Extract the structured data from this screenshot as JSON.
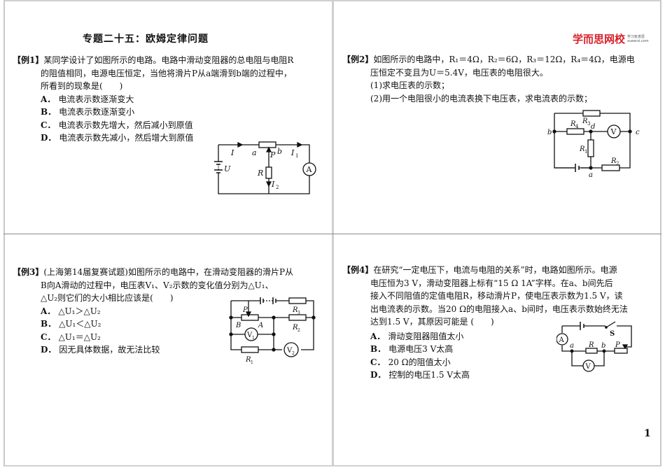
{
  "document": {
    "title": "专题二十五：欧姆定律问题",
    "page_number": "1",
    "logo": {
      "name": "学而思网校",
      "tagline": "学习有意思",
      "domain": "xueersi.com",
      "color": "#d8202a"
    }
  },
  "q1": {
    "tag": "【例1】",
    "lines": [
      "某同学设计了如图所示的电路。电路中滑动变阻器的总电阻与电阻R",
      "的阻值相同，电源电压恒定，当他将滑片P从a端滑到b端的过程中，",
      "所看到的现象是(　　)"
    ],
    "options": [
      {
        "label": "A．",
        "text": "电流表示数逐渐变大"
      },
      {
        "label": "B．",
        "text": "电流表示数逐渐变小"
      },
      {
        "label": "C．",
        "text": "电流表示数先增大，然后减小到原值"
      },
      {
        "label": "D．",
        "text": "电流表示数先减小，然后增大到原值"
      }
    ],
    "figure": {
      "labels": {
        "I": "I",
        "a": "a",
        "P": "P",
        "b": "b",
        "I1": "I",
        "I1_sub": "1",
        "U": "U",
        "R": "R",
        "I2": "I",
        "I2_sub": "2",
        "ammeter": "A"
      }
    }
  },
  "q2": {
    "tag": "【例2】",
    "lines": [
      "如图所示的电路中，R₁＝4Ω，R₂＝6Ω，R₃＝12Ω，R₄＝4Ω，电源电",
      "压恒定不变且为U＝5.4V，电压表的电阻很大。",
      "(1)求电压表的示数；",
      "(2)用一个电阻很小的电流表换下电压表，求电流表的示数；"
    ],
    "figure": {
      "labels": {
        "b": "b",
        "c": "c",
        "d": "d",
        "a": "a",
        "R1": "R",
        "R2": "R",
        "R3": "R",
        "R4": "R",
        "s1": "1",
        "s2": "2",
        "s3": "3",
        "s4": "4",
        "voltmeter": "V"
      }
    }
  },
  "q3": {
    "tag": "【例3】",
    "lines": [
      "(上海第14届复赛试题)如图所示的电路中，在滑动变阻器的滑片P从",
      "B向A滑动的过程中，电压表V₁、V₂示数的变化值分别为△U₁、",
      "△U₂则它们的大小相比应该是(　　)"
    ],
    "options": [
      {
        "label": "A．",
        "text": "△U₁＞△U₂"
      },
      {
        "label": "B．",
        "text": "△U₁＜△U₂"
      },
      {
        "label": "C．",
        "text": "△U₁＝△U₂"
      },
      {
        "label": "D．",
        "text": "因无具体数据，故无法比较"
      }
    ],
    "figure": {
      "labels": {
        "P": "P",
        "B": "B",
        "A": "A",
        "R1": "R",
        "R2": "R",
        "R3": "R",
        "s1": "1",
        "s2": "2",
        "s3": "3",
        "V1": "V",
        "V2": "V"
      }
    }
  },
  "q4": {
    "tag": "【例4】",
    "lines": [
      "在研究“一定电压下，电流与电阻的关系”时，电路如图所示。电源",
      "电压恒为3 V，滑动变阻器上标有“15 Ω  1A”字样。在a、b间先后",
      "接入不同阻值的定值电阻R，移动滑片P，使电压表示数为1.5 V，读",
      "出电流表的示数。当20 Ω的电阻接入a、b间时，电压表示数始终无法",
      "达到1.5 V，其原因可能是 (　　)"
    ],
    "options": [
      {
        "label": "A．",
        "text": "滑动变阻器阻值太小"
      },
      {
        "label": "B．",
        "text": "电源电压3 V太高"
      },
      {
        "label": "C．",
        "text": "20 Ω的阻值太小"
      },
      {
        "label": "D．",
        "text": "控制的电压1.5 V太高"
      }
    ],
    "figure": {
      "labels": {
        "S": "S",
        "A": "A",
        "a": "a",
        "R": "R",
        "b": "b",
        "P": "P",
        "V": "V"
      }
    }
  }
}
